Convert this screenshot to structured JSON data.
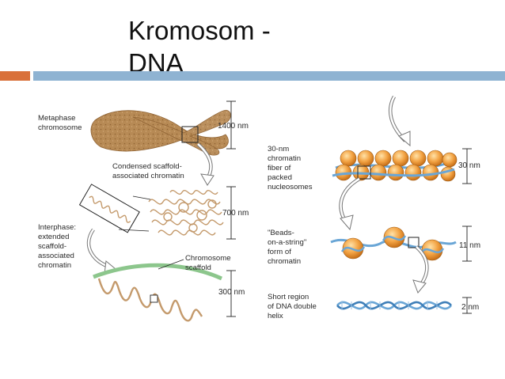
{
  "slide": {
    "title_line1": "Kromosom -",
    "title_line2": "DNA",
    "accent_colors": {
      "orange": "#d9713a",
      "blue": "#8fb3d2"
    }
  },
  "figure": {
    "left_labels": {
      "metaphase": [
        "Metaphase",
        "chromosome"
      ],
      "condensed": [
        "Condensed scaffold-",
        "associated chromatin"
      ],
      "interphase": [
        "Interphase:",
        "extended",
        "scaffold-",
        "associated",
        "chromatin"
      ],
      "scaffold": [
        "Chromosome",
        "scaffold"
      ]
    },
    "right_labels": {
      "fiber": [
        "30-nm",
        "chromatin",
        "fiber of",
        "packed",
        "nucleosomes"
      ],
      "beads": [
        "\"Beads-",
        "on-a-string\"",
        "form of",
        "chromatin"
      ],
      "dna": [
        "Short region",
        "of DNA double",
        "helix"
      ]
    },
    "dimensions": {
      "d1400": "1400 nm",
      "d700": "700 nm",
      "d300": "300 nm",
      "d30": "30 nm",
      "d11": "11 nm",
      "d2": "2 nm"
    },
    "colors": {
      "chromosome": "#b78a55",
      "chromatin_loop": "#c49a6c",
      "nucleosome": "#f0a040",
      "dna_blue": "#6aa6d6",
      "scaffold_green": "#8cc68c",
      "arrow_fill": "#ffffff"
    }
  }
}
